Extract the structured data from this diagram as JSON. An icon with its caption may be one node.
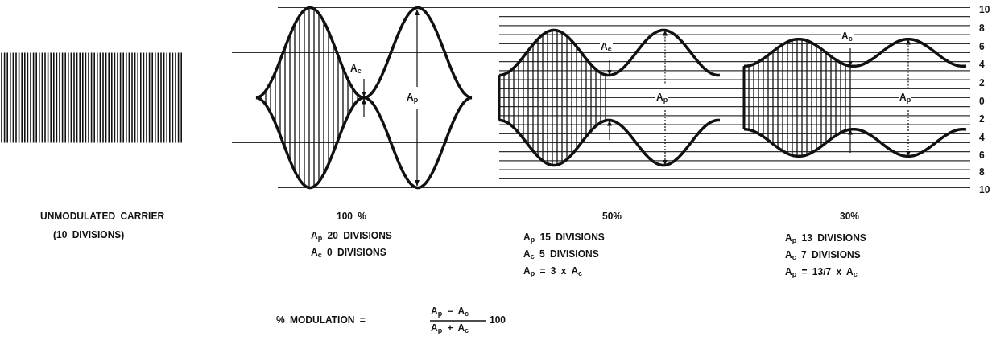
{
  "diagram": {
    "labels": [
      "10",
      "8",
      "6",
      "4",
      "2",
      "0",
      "2",
      "4",
      "6",
      "8",
      "10",
      "A$_{c}$",
      "A$_{p}$",
      "A$_{c}$",
      "A$_{p}$",
      "A$_{c}$",
      "A$_{p}$",
      "UNMODULATED CARRIER",
      "(10 DIVISIONS)",
      "100 %",
      "A$_{p}$ 20 DIVISIONS",
      "A$_{c}$ 0 DIVISIONS",
      "50%",
      "A$_{p}$ 15 DIVISIONS",
      "A$_{c}$ 5 DIVISIONS",
      "A$_{p}$ = 3 x A$_{c}$",
      "30%",
      "A$_{p}$ 13 DIVISIONS",
      "A$_{c}$ 7 DIVISIONS",
      "A$_{p}$ = 13/7 x A$_{c}$",
      "% MODULATION =",
      "A$_{p}$ − A$_{c}$",
      "A$_{p}$ + A$_{c}$",
      "100"
    ]
  }
}
